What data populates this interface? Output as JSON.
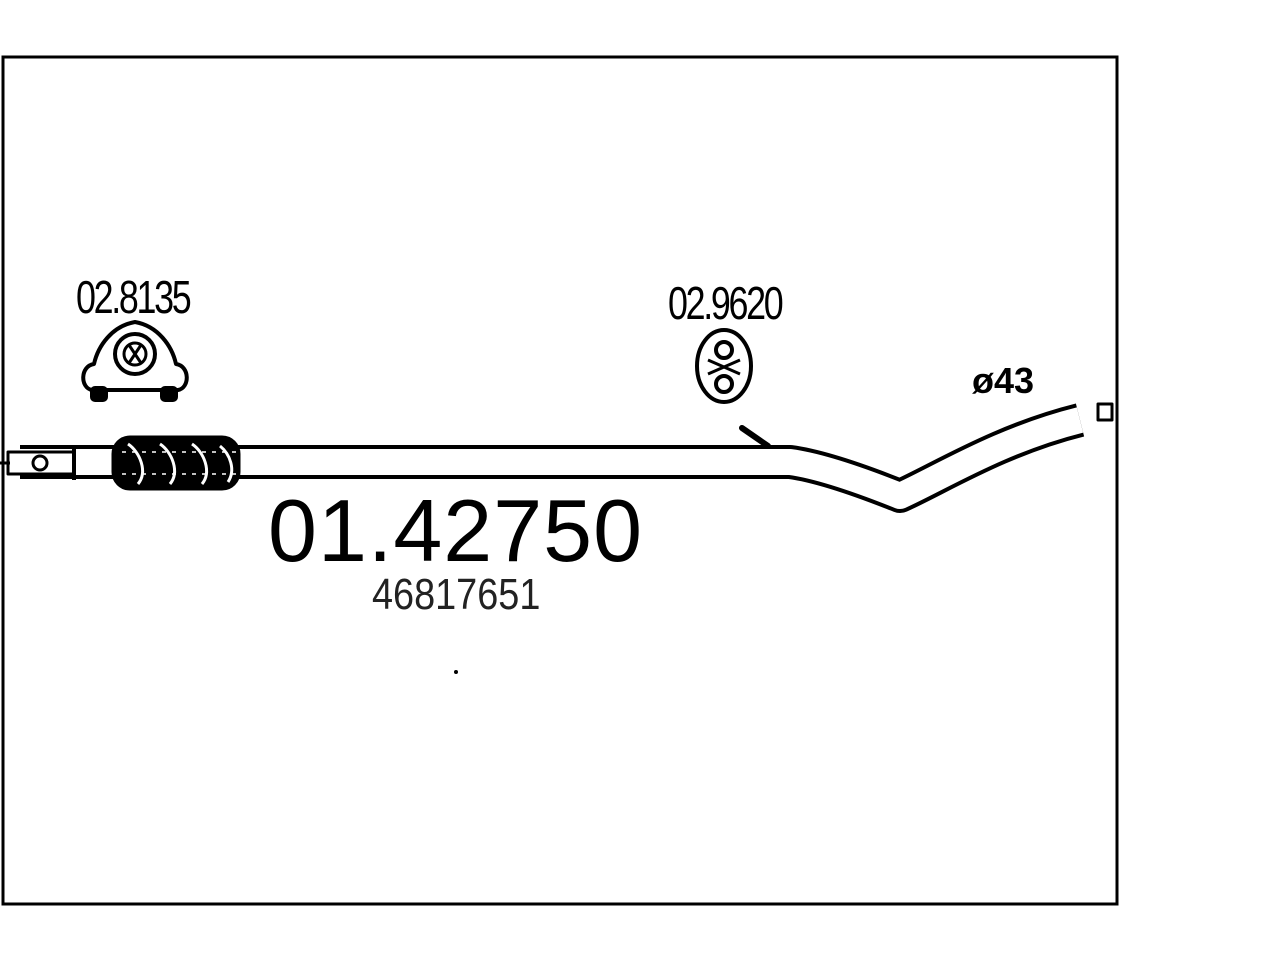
{
  "diagram": {
    "part_number": "01.42750",
    "oem_number": "46817651",
    "accessories": [
      {
        "id": "clamp",
        "label": "02.8135"
      },
      {
        "id": "hanger",
        "label": "02.9620"
      }
    ],
    "diameter_label": "ø43",
    "colors": {
      "line": "#000000",
      "background": "#ffffff"
    }
  }
}
